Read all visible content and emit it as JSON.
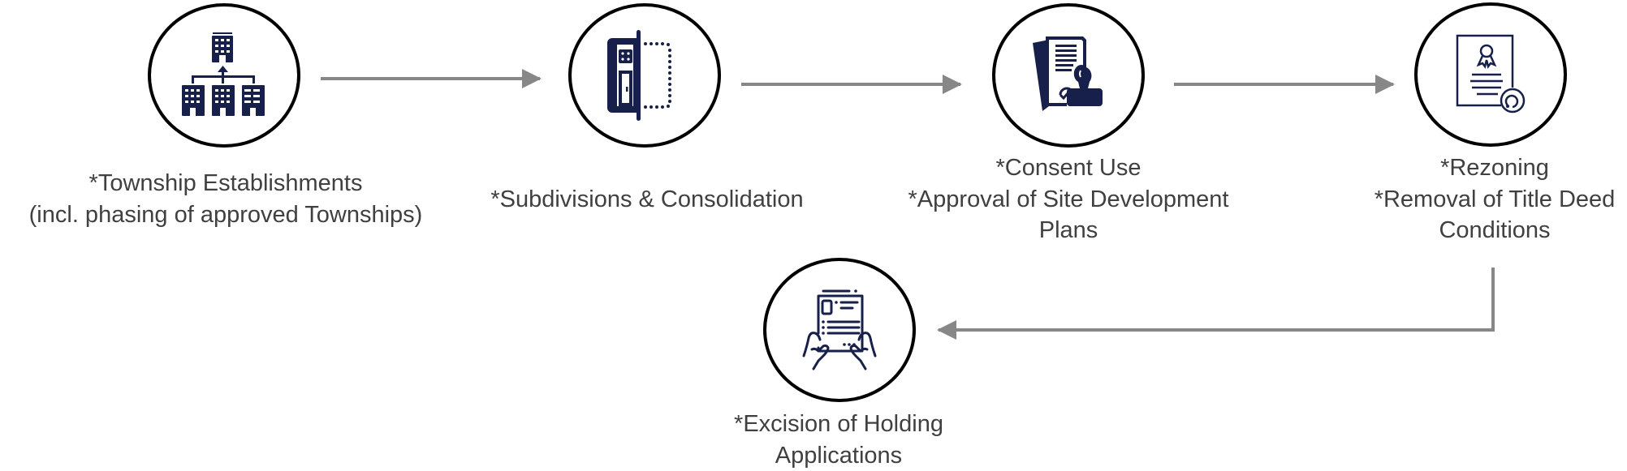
{
  "diagram": {
    "type": "process-flow",
    "colors": {
      "icon": "#16204a",
      "circle_border": "#000000",
      "arrow": "#878787",
      "text": "#404040"
    },
    "steps": [
      {
        "id": "township",
        "icon": "buildings-hierarchy-icon",
        "lines": [
          "*Township Establishments",
          "(incl. phasing of approved Townships)"
        ]
      },
      {
        "id": "subdivision",
        "icon": "building-subdivision-icon",
        "lines": [
          "*Subdivisions & Consolidation"
        ]
      },
      {
        "id": "consent",
        "icon": "document-stamp-icon",
        "lines": [
          "*Consent Use",
          "*Approval of Site Development",
          "Plans"
        ]
      },
      {
        "id": "rezoning",
        "icon": "certificate-icon",
        "lines": [
          "*Rezoning",
          "*Removal of Title Deed",
          "Conditions"
        ]
      },
      {
        "id": "excision",
        "icon": "hands-holding-document-icon",
        "lines": [
          "*Excision of Holding",
          "Applications"
        ]
      }
    ],
    "connections": [
      {
        "from": "township",
        "to": "subdivision"
      },
      {
        "from": "subdivision",
        "to": "consent"
      },
      {
        "from": "consent",
        "to": "rezoning"
      },
      {
        "from": "rezoning",
        "to": "excision"
      }
    ]
  }
}
